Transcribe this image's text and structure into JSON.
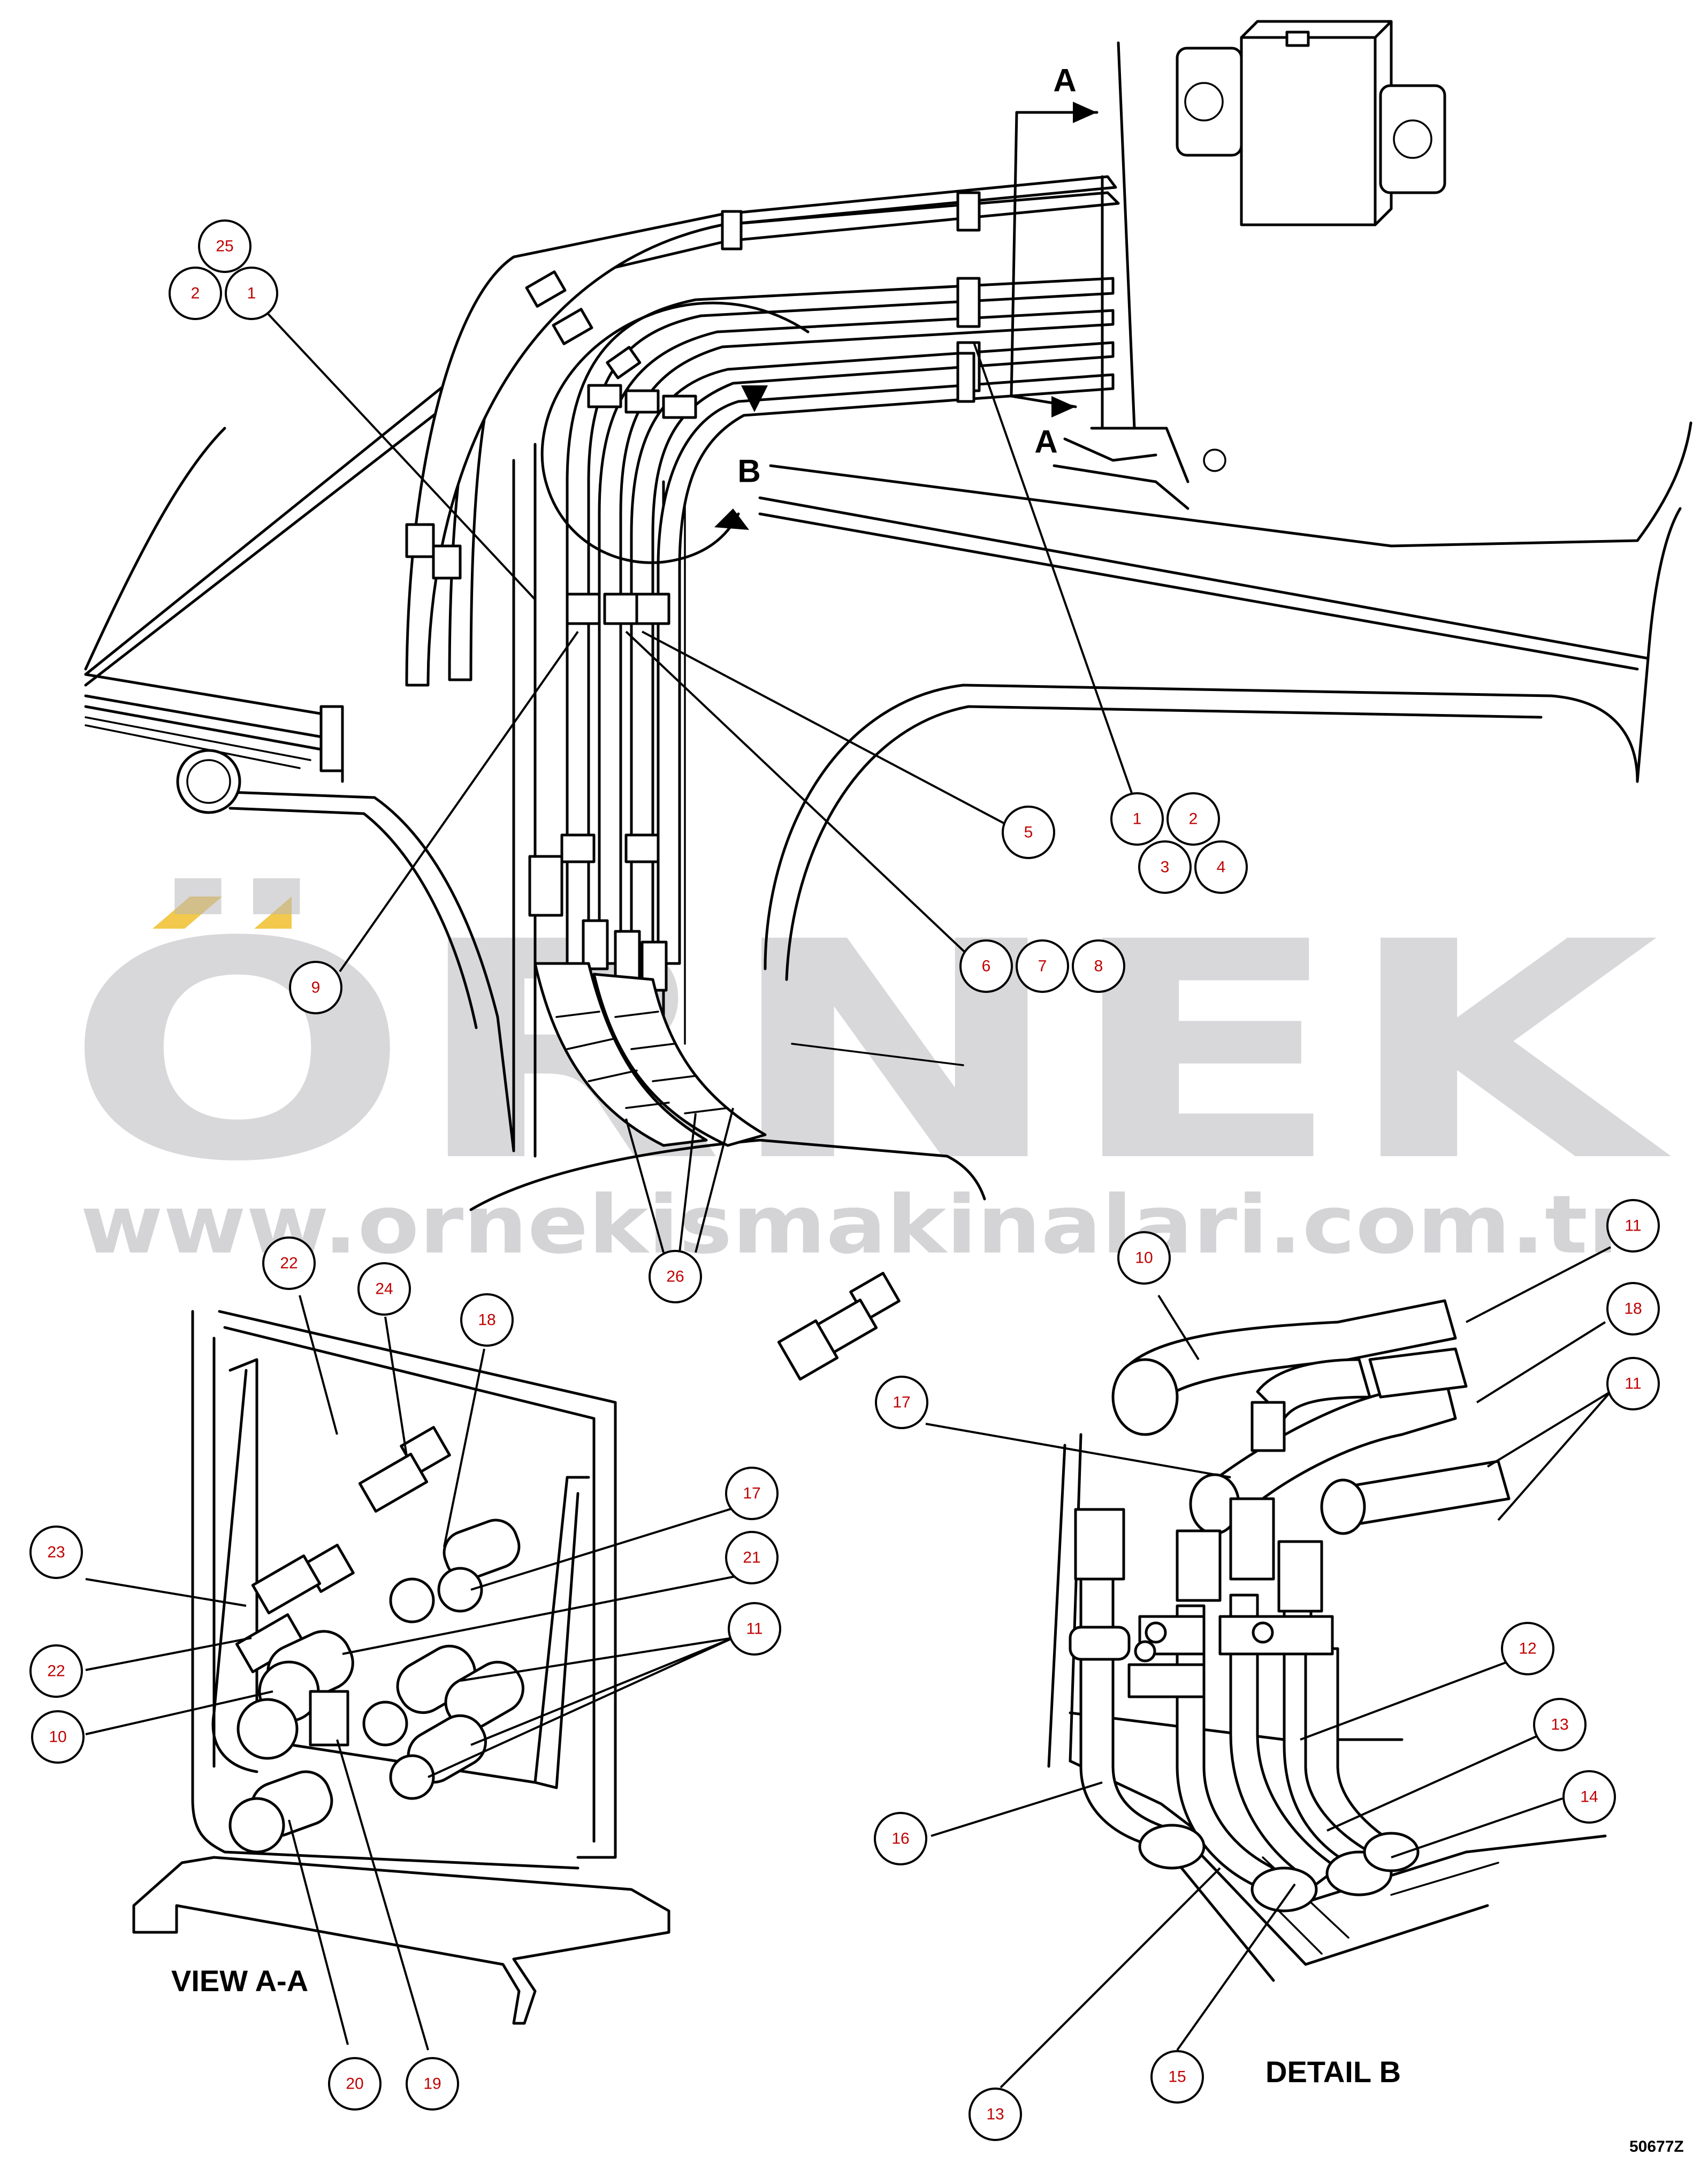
{
  "callout_color": "#c00000",
  "watermark": {
    "name": "ÖRNEK",
    "url": "www.ornekismakinalari.com.tr",
    "accent_color": "#f2c94c"
  },
  "section_labels": {
    "a_top": "A",
    "a_bottom": "A",
    "b": "B"
  },
  "captions": {
    "view_aa": "VIEW A-A",
    "detail_b": "DETAIL B"
  },
  "drawing_number": "50677Z",
  "callouts": [
    {
      "id": "c25",
      "label": "25"
    },
    {
      "id": "c2a",
      "label": "2"
    },
    {
      "id": "c1a",
      "label": "1"
    },
    {
      "id": "c1b",
      "label": "1"
    },
    {
      "id": "c2b",
      "label": "2"
    },
    {
      "id": "c3",
      "label": "3"
    },
    {
      "id": "c4",
      "label": "4"
    },
    {
      "id": "c5",
      "label": "5"
    },
    {
      "id": "c6",
      "label": "6"
    },
    {
      "id": "c7",
      "label": "7"
    },
    {
      "id": "c8",
      "label": "8"
    },
    {
      "id": "c9",
      "label": "9"
    },
    {
      "id": "c26",
      "label": "26"
    },
    {
      "id": "c22a",
      "label": "22"
    },
    {
      "id": "c24",
      "label": "24"
    },
    {
      "id": "c18a",
      "label": "18"
    },
    {
      "id": "c17a",
      "label": "17"
    },
    {
      "id": "c21",
      "label": "21"
    },
    {
      "id": "c11a",
      "label": "11"
    },
    {
      "id": "c23",
      "label": "23"
    },
    {
      "id": "c22b",
      "label": "22"
    },
    {
      "id": "c10a",
      "label": "10"
    },
    {
      "id": "c20",
      "label": "20"
    },
    {
      "id": "c19",
      "label": "19"
    },
    {
      "id": "c10b",
      "label": "10"
    },
    {
      "id": "c11b",
      "label": "11"
    },
    {
      "id": "c18b",
      "label": "18"
    },
    {
      "id": "c11c",
      "label": "11"
    },
    {
      "id": "c17b",
      "label": "17"
    },
    {
      "id": "c12",
      "label": "12"
    },
    {
      "id": "c13a",
      "label": "13"
    },
    {
      "id": "c14",
      "label": "14"
    },
    {
      "id": "c16",
      "label": "16"
    },
    {
      "id": "c13b",
      "label": "13"
    },
    {
      "id": "c15",
      "label": "15"
    }
  ]
}
